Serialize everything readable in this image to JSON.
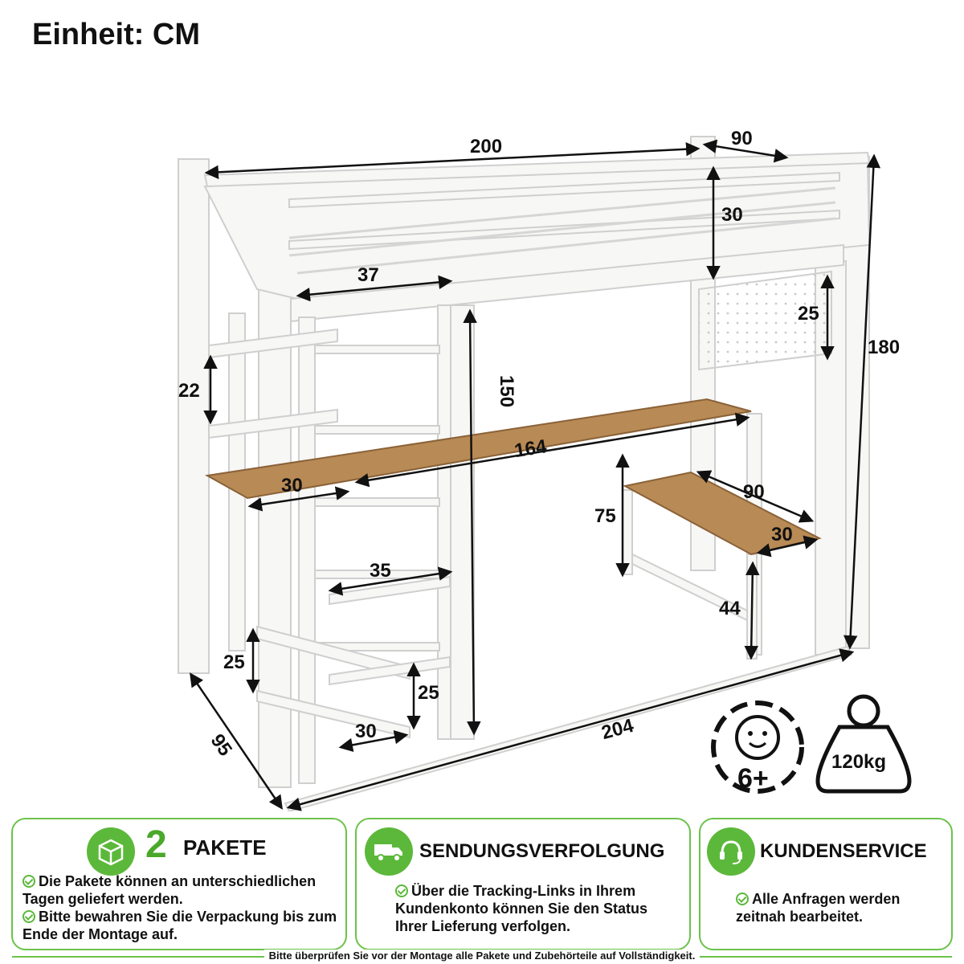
{
  "unit_title": "Einheit: CM",
  "dimensions": {
    "length_top": "200",
    "width_top": "90",
    "guard_height": "30",
    "ladder_gap": "37",
    "height_total": "180",
    "pegboard": "25",
    "under_height": "150",
    "shelf_height": "22",
    "desk_length": "164",
    "desk_depth": "30",
    "bench_length": "90",
    "bench_height": "75",
    "bench_depth": "30",
    "bench_leg": "44",
    "shelf_width": "35",
    "shelf_side_height": "25",
    "shelf_front_height": "25",
    "shelf_depth": "30",
    "base_length": "204",
    "base_depth": "95"
  },
  "badges": {
    "age": "6+",
    "weight": "120kg"
  },
  "cards": [
    {
      "number": "2",
      "title": "PAKETE",
      "icon": "package-icon",
      "items": [
        "Die Pakete können an unterschiedlichen Tagen geliefert werden.",
        "Bitte bewahren Sie die Verpackung bis zum Ende der Montage auf."
      ]
    },
    {
      "title": "SENDUNGSVERFOLGUNG",
      "icon": "truck-icon",
      "items": [
        "Über die Tracking-Links in Ihrem Kundenkonto können Sie den Status Ihrer Lieferung verfolgen."
      ]
    },
    {
      "title": "KUNDENSERVICE",
      "icon": "headset-icon",
      "items": [
        "Alle Anfragen werden zeitnah bearbeitet."
      ]
    }
  ],
  "footer": "Bitte überprüfen Sie vor der Montage alle Pakete und Zubehörteile auf Vollständigkeit.",
  "colors": {
    "accent_green": "#5cb83a",
    "border_green": "#6cc24a",
    "wood": "#b88a55",
    "frame": "#f4f4f2"
  }
}
